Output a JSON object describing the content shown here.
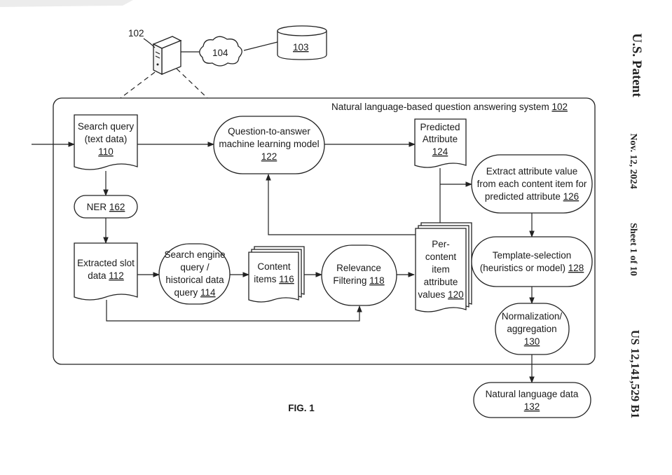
{
  "header": {
    "patent": "U.S. Patent",
    "date": "Nov. 12, 2024",
    "sheet": "Sheet 1 of 10",
    "number": "US 12,141,529 B1"
  },
  "figure_label": "FIG. 1",
  "external": {
    "server_ref": "102",
    "cloud_ref": "104",
    "database_ref": "103"
  },
  "system": {
    "title": "Natural language-based question answering system ",
    "ref": "102"
  },
  "nodes": {
    "search_query": {
      "line1": "Search query",
      "line2": "(text data)",
      "ref": "110"
    },
    "qa_model": {
      "line1": "Question-to-answer",
      "line2": "machine learning model",
      "ref": "122"
    },
    "predicted_attribute": {
      "line1": "Predicted",
      "line2": "Attribute",
      "ref": "124"
    },
    "extract_value": {
      "line1": "Extract attribute value",
      "line2": "from each content item for",
      "line3": "predicted attribute ",
      "ref": "126"
    },
    "ner": {
      "label": "NER ",
      "ref": "162"
    },
    "extracted_slot": {
      "line1": "Extracted slot",
      "line2": "data ",
      "ref": "112"
    },
    "search_engine": {
      "line1": "Search engine",
      "line2": "query /",
      "line3": "historical data",
      "line4": "query ",
      "ref": "114"
    },
    "content_items": {
      "line1": "Content",
      "line2": "items ",
      "ref": "116"
    },
    "relevance": {
      "line1": "Relevance",
      "line2": "Filtering ",
      "ref": "118"
    },
    "per_content": {
      "line1": "Per-",
      "line2": "content",
      "line3": "item",
      "line4": "attribute",
      "line5": "values ",
      "ref": "120"
    },
    "template": {
      "line1": "Template-selection",
      "line2": "(heuristics or model) ",
      "ref": "128"
    },
    "normalization": {
      "line1": "Normalization/",
      "line2": "aggregation",
      "ref": "130"
    },
    "nl_data": {
      "line1": "Natural language data",
      "ref": "132"
    }
  }
}
